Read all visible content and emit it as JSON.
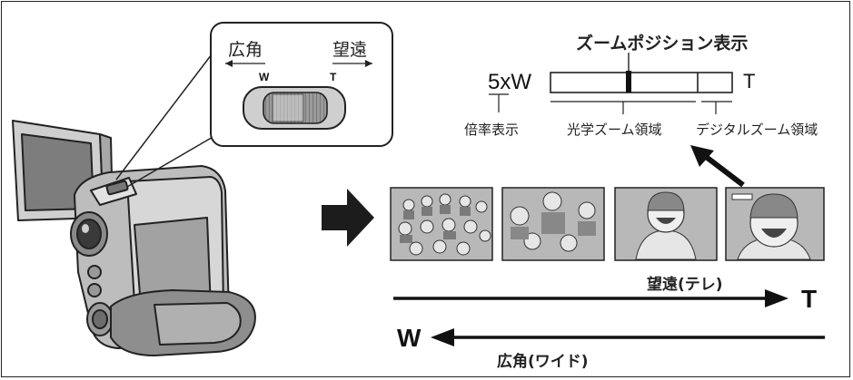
{
  "zoom_lever": {
    "wide_label": "広角",
    "tele_label": "望遠",
    "w_mark": "W",
    "t_mark": "T"
  },
  "zoom_bar": {
    "title": "ズームポジション表示",
    "ratio": "5xW",
    "tele_mark": "T",
    "ratio_caption": "倍率表示",
    "optical_caption": "光学ズーム領域",
    "digital_caption": "デジタルズーム領域"
  },
  "arrows": {
    "tele_label": "望遠(テレ)",
    "tele_mark": "T",
    "wide_label": "広角(ワイド)",
    "wide_mark": "W"
  },
  "icons": [
    "camcorder-illustration",
    "right-arrow-icon",
    "zoom-lever-icon",
    "scene-thumbnail"
  ]
}
